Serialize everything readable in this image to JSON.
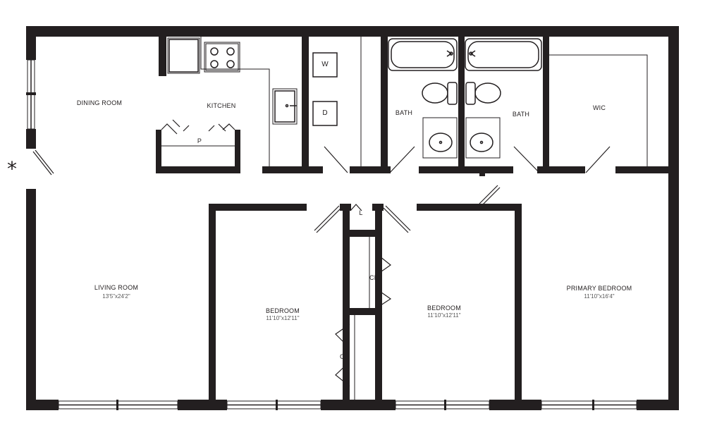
{
  "rooms": {
    "dining": {
      "name": "DINING ROOM"
    },
    "kitchen": {
      "name": "KITCHEN"
    },
    "pantry": {
      "name": "P"
    },
    "washer": {
      "name": "W"
    },
    "dryer": {
      "name": "D"
    },
    "bath1": {
      "name": "BATH"
    },
    "bath2": {
      "name": "BATH"
    },
    "wic": {
      "name": "WIC"
    },
    "linen": {
      "name": "L"
    },
    "living": {
      "name": "LIVING ROOM",
      "size": "13'5\"x24'2\""
    },
    "bedroom1": {
      "name": "BEDROOM",
      "size": "11'10\"x12'11\""
    },
    "closet1": {
      "name": "CL"
    },
    "closet2": {
      "name": "CL"
    },
    "bedroom2": {
      "name": "BEDROOM",
      "size": "11'10\"x12'11\""
    },
    "primary": {
      "name": "PRIMARY BEDROOM",
      "size": "11'10\"x16'4\""
    }
  },
  "entry_marker": {
    "glyph": "*"
  },
  "colors": {
    "wall": "#231f20",
    "background": "#ffffff"
  }
}
